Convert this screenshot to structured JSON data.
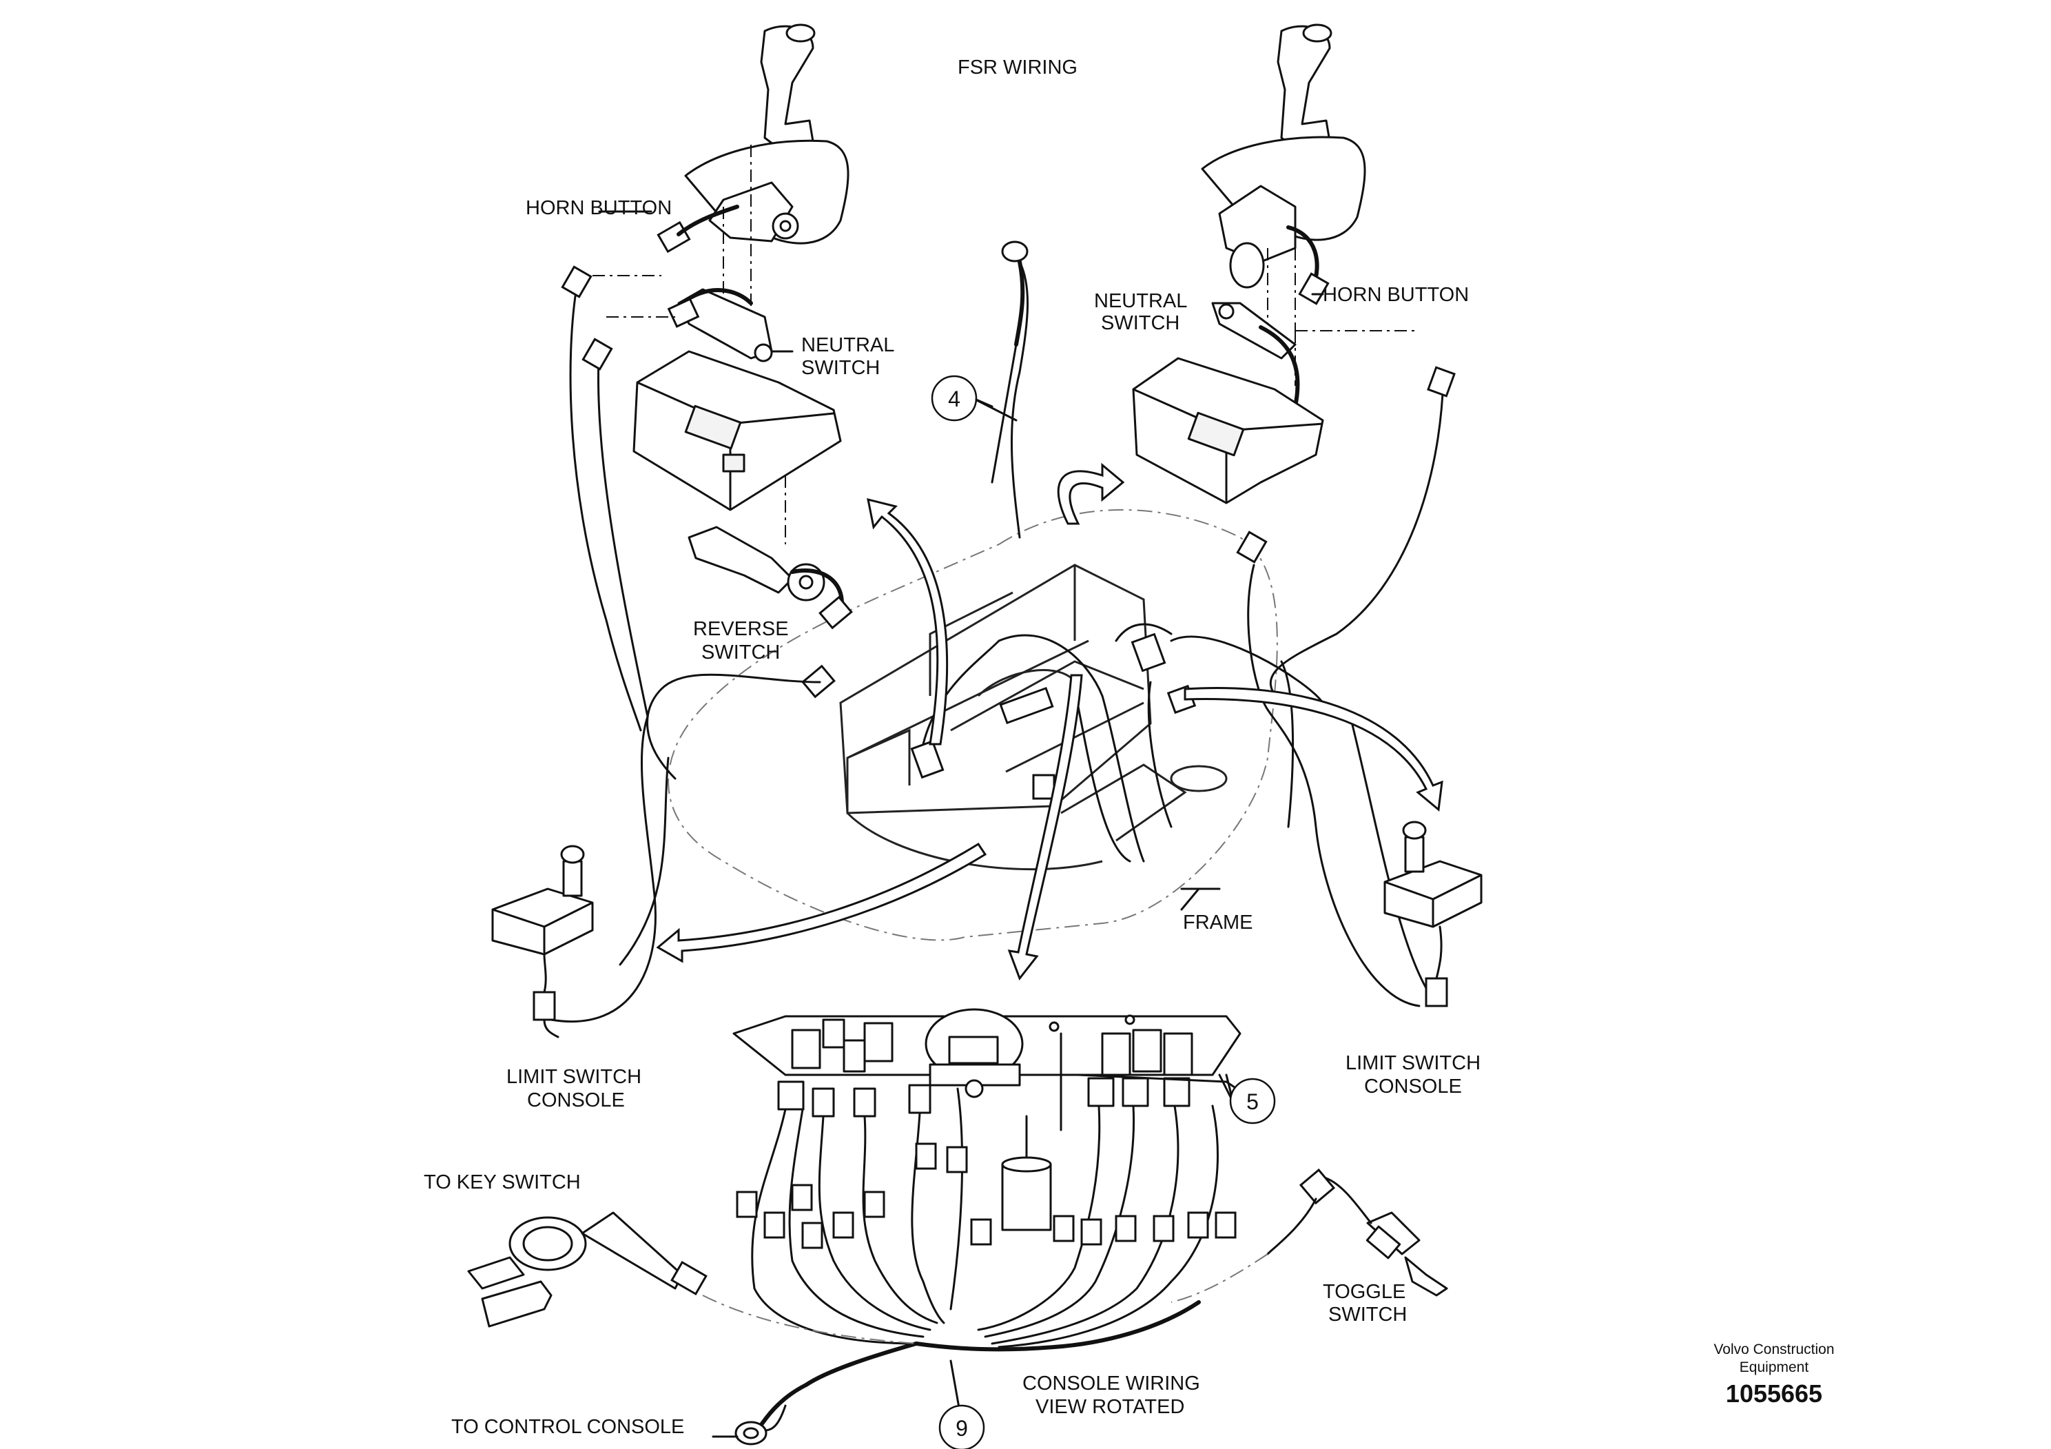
{
  "title": "FSR WIRING",
  "labels": {
    "horn_button_left": "HORN BUTTON",
    "horn_button_right": "HORN BUTTON",
    "neutral_switch_left_1": "NEUTRAL",
    "neutral_switch_left_2": "SWITCH",
    "neutral_switch_right_1": "NEUTRAL",
    "neutral_switch_right_2": "SWITCH",
    "reverse_switch_1": "REVERSE",
    "reverse_switch_2": "SWITCH",
    "frame": "FRAME",
    "limit_switch_left_1": "LIMIT SWITCH",
    "limit_switch_left_2": "CONSOLE",
    "limit_switch_right_1": "LIMIT SWITCH",
    "limit_switch_right_2": "CONSOLE",
    "to_key_switch": "TO KEY SWITCH",
    "toggle_switch_1": "TOGGLE",
    "toggle_switch_2": "SWITCH",
    "console_wiring_1": "CONSOLE WIRING",
    "console_wiring_2": "VIEW ROTATED",
    "to_control_console": "TO CONTROL CONSOLE"
  },
  "callouts": {
    "item_4": "4",
    "item_5": "5",
    "item_9": "9"
  },
  "footer": {
    "company_1": "Volvo Construction",
    "company_2": "Equipment",
    "figure_number": "1055665"
  }
}
